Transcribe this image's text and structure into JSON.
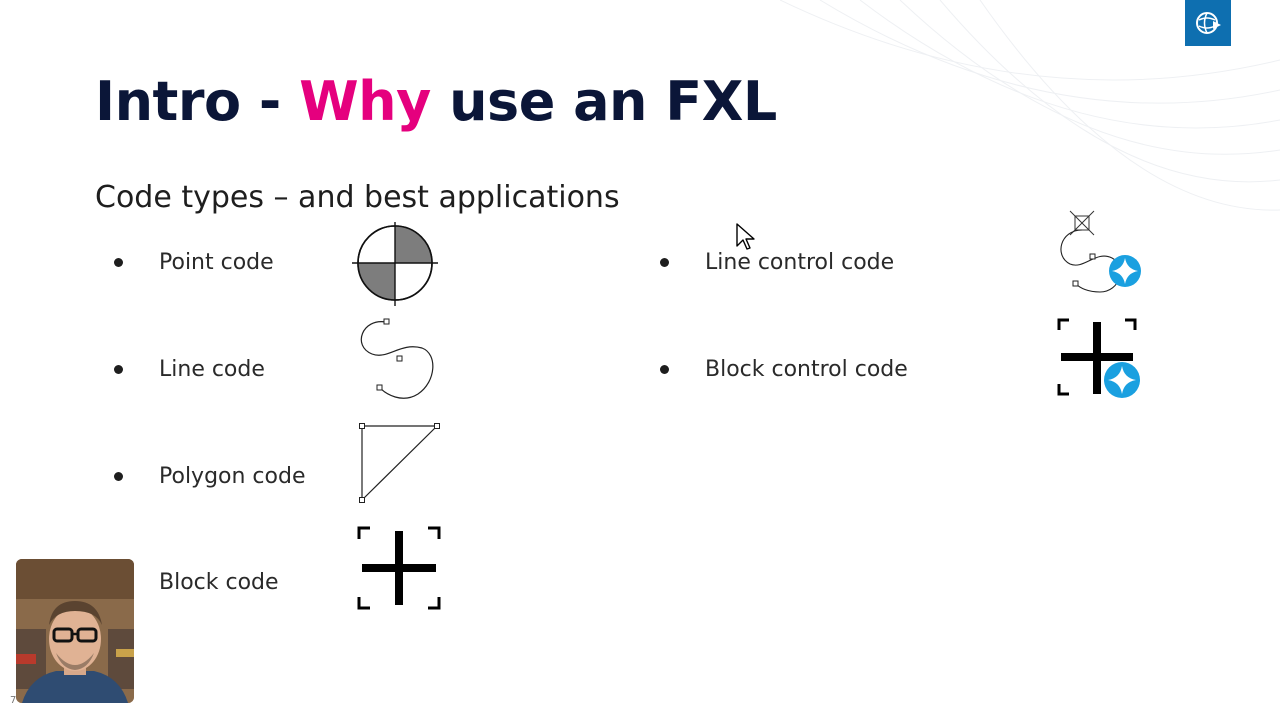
{
  "slide": {
    "title_prefix": "Intro - ",
    "title_accent": "Why",
    "title_suffix": " use an FXL",
    "subtitle": "Code types – and best applications",
    "page_number": "7"
  },
  "left_items": [
    {
      "label": "Point code",
      "icon": "point-symbol-icon"
    },
    {
      "label": "Line code",
      "icon": "line-symbol-icon"
    },
    {
      "label": "Polygon code",
      "icon": "polygon-symbol-icon"
    },
    {
      "label": "Block code",
      "icon": "block-symbol-icon"
    }
  ],
  "right_items": [
    {
      "label": "Line control code",
      "icon": "line-control-symbol-icon"
    },
    {
      "label": "Block control code",
      "icon": "block-control-symbol-icon"
    }
  ],
  "colors": {
    "title": "#0b1638",
    "accent": "#e5007e",
    "logo_bg": "#0e6fb0",
    "control_badge": "#1aa0e0"
  }
}
